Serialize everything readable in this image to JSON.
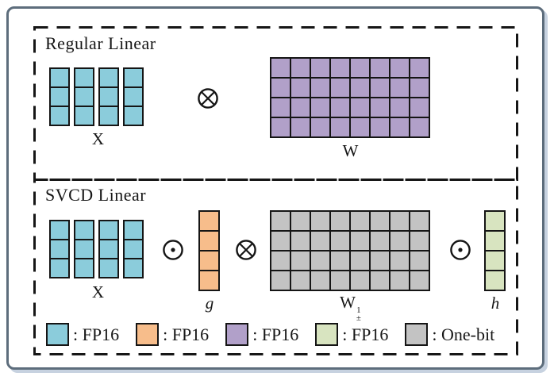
{
  "figure": {
    "sections": {
      "regular": {
        "title": "Regular Linear",
        "x_label": "X",
        "w_label": "W"
      },
      "svcd": {
        "title": "SVCD Linear",
        "x_label": "X",
        "g_label": "g",
        "w_label_base": "W",
        "w_label_sup": "1",
        "w_label_sub": "±",
        "h_label": "h"
      }
    },
    "operators": {
      "tensor_product": "⊗",
      "hadamard_product": "⊙"
    },
    "colors": {
      "cyan": "#8bccdb",
      "orange": "#f7bd8b",
      "purple": "#b1a0c9",
      "green": "#d8e4c0",
      "gray": "#c3c3c3",
      "line": "#151515",
      "frame": "#5d6d7c",
      "frame_shadow": "#c7d2e0"
    },
    "matrices": [
      {
        "id": "x-top",
        "name": "input-matrix-X-regular",
        "color_key": "cyan",
        "cols": 4,
        "rows": 3,
        "split_columns": true
      },
      {
        "id": "w-top",
        "name": "weight-matrix-W",
        "color_key": "purple",
        "cols": 8,
        "rows": 4,
        "split_columns": false
      },
      {
        "id": "x-bottom",
        "name": "input-matrix-X-svcd",
        "color_key": "cyan",
        "cols": 4,
        "rows": 3,
        "split_columns": true
      },
      {
        "id": "g-vector",
        "name": "scale-vector-g",
        "color_key": "orange",
        "cols": 1,
        "rows": 4,
        "split_columns": false
      },
      {
        "id": "w-bottom",
        "name": "one-bit-weight-matrix",
        "color_key": "gray",
        "cols": 8,
        "rows": 4,
        "split_columns": false
      },
      {
        "id": "h-vector",
        "name": "scale-vector-h",
        "color_key": "green",
        "cols": 1,
        "rows": 4,
        "split_columns": false
      }
    ],
    "legend": [
      {
        "color_key": "cyan",
        "label": ": FP16"
      },
      {
        "color_key": "orange",
        "label": ": FP16"
      },
      {
        "color_key": "purple",
        "label": ": FP16"
      },
      {
        "color_key": "green",
        "label": ": FP16"
      },
      {
        "color_key": "gray",
        "label": ": One-bit"
      }
    ]
  }
}
